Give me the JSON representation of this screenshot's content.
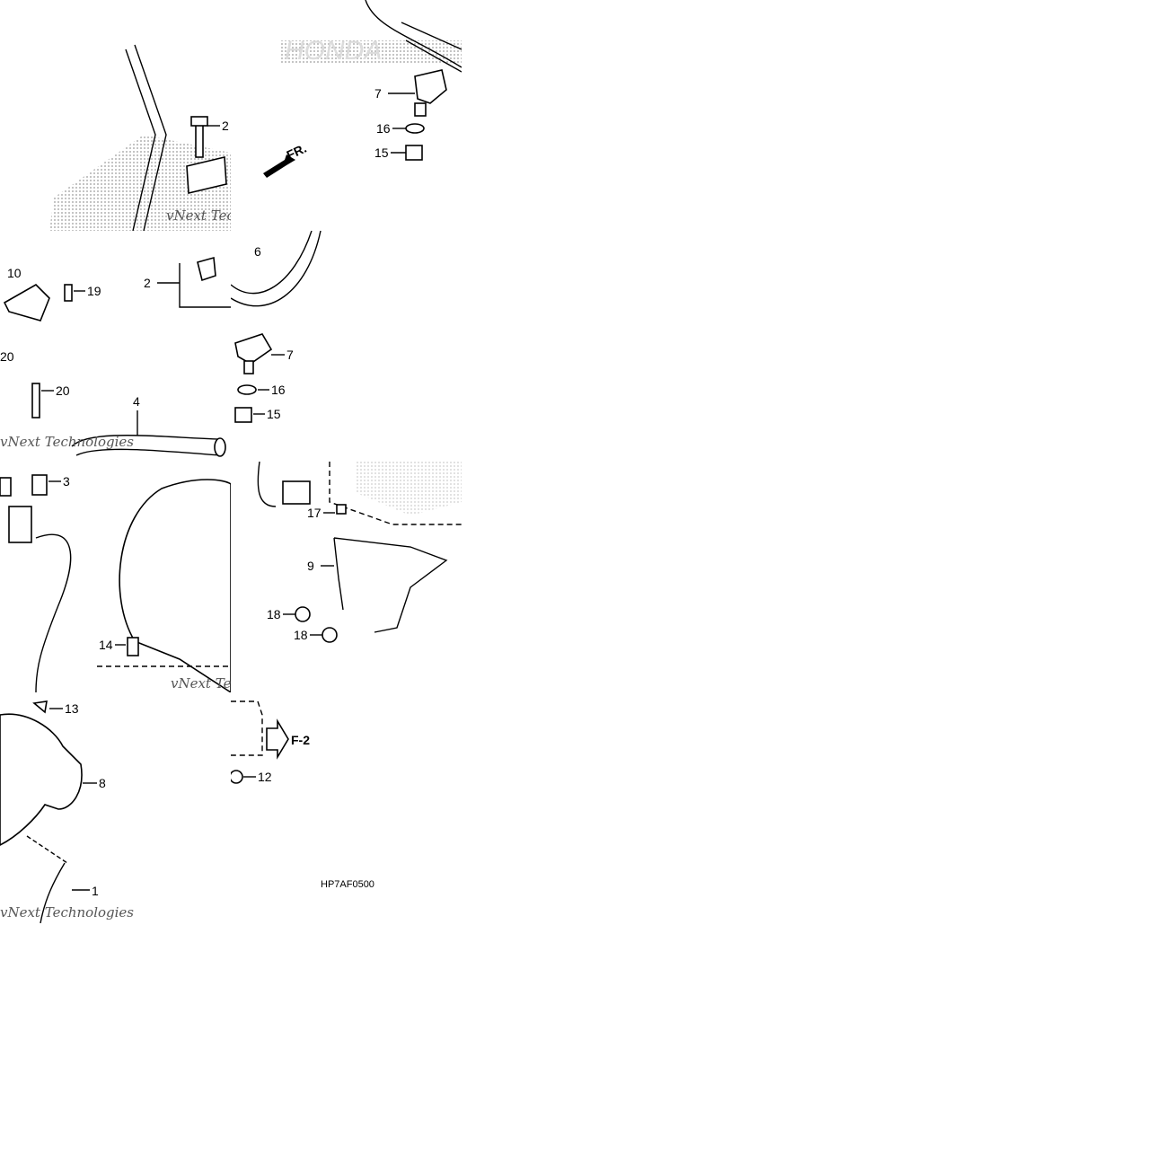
{
  "diagram": {
    "code": "HP7AF0500",
    "front_indicator": "FR.",
    "reference": "F-2",
    "watermark": "vNext Technologies",
    "brand_watermark": "HONDA"
  },
  "callouts": {
    "c1": "1",
    "c2a": "2",
    "c2b": "2",
    "c3": "3",
    "c4": "4",
    "c6": "6",
    "c7a": "7",
    "c7b": "7",
    "c8": "8",
    "c9": "9",
    "c10": "10",
    "c12": "12",
    "c13": "13",
    "c14": "14",
    "c15a": "15",
    "c15b": "15",
    "c16a": "16",
    "c16b": "16",
    "c17": "17",
    "c18a": "18",
    "c18b": "18",
    "c19": "19",
    "c20a": "20",
    "c20b": "20"
  },
  "colors": {
    "line": "#000000",
    "dots": "#9a9a9a",
    "background": "#ffffff"
  }
}
